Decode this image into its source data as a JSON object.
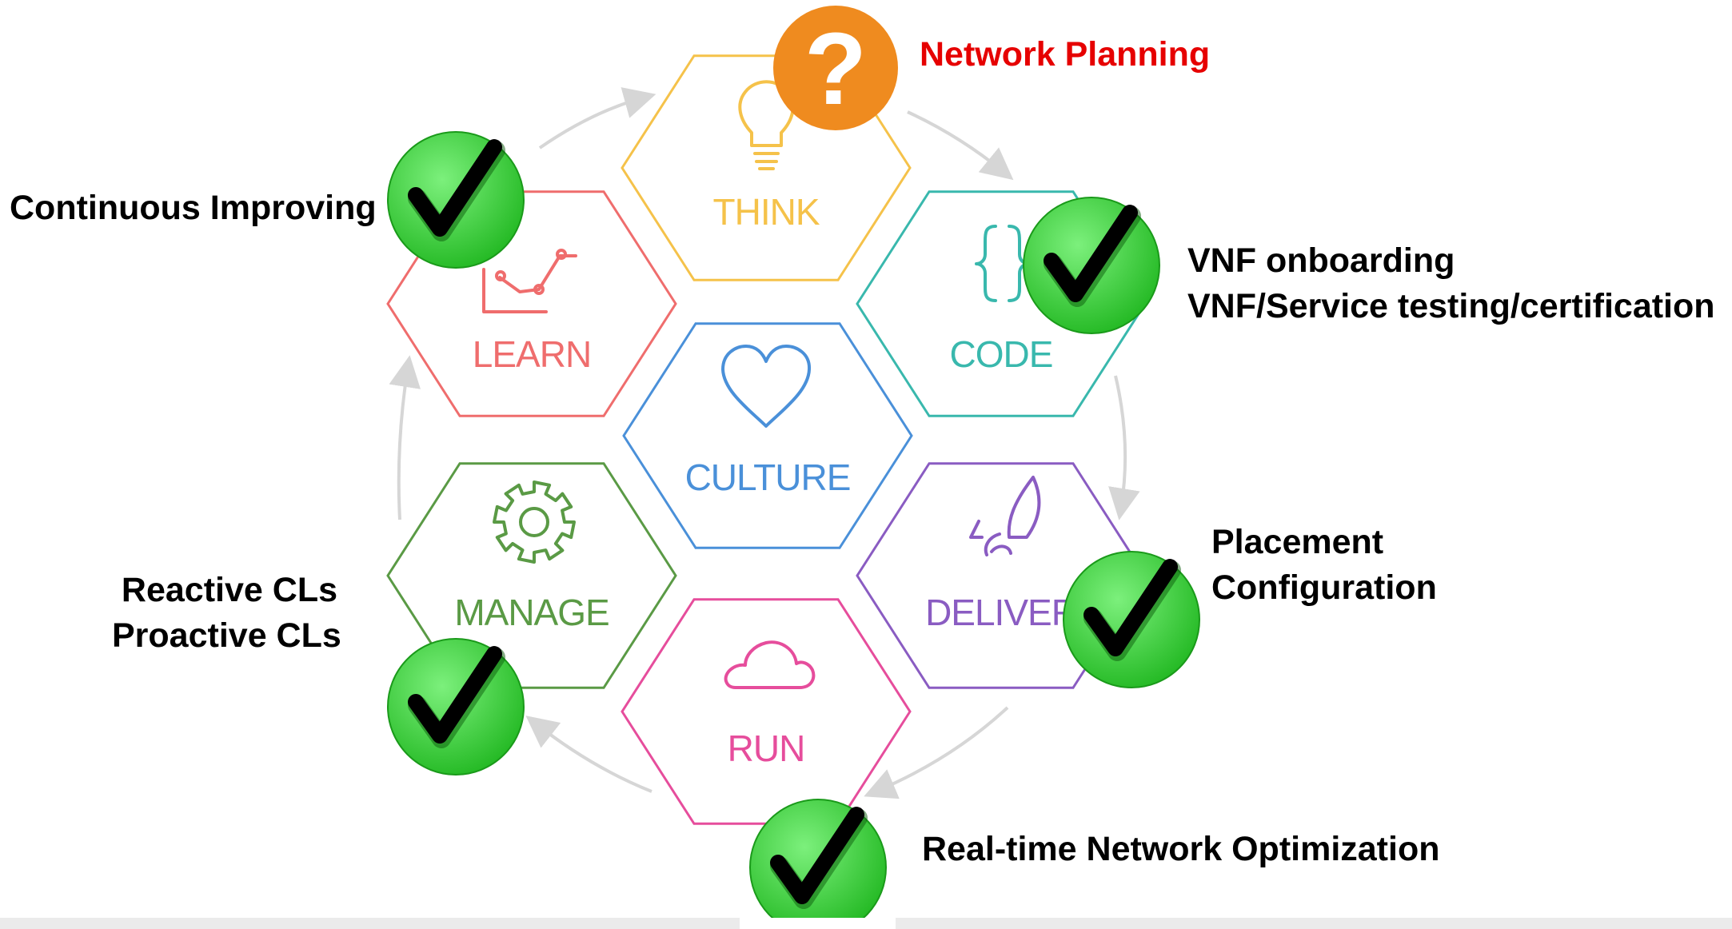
{
  "colors": {
    "think": "#f5c24a",
    "code": "#39b8ad",
    "deliver": "#8a5cc2",
    "run": "#e64d9c",
    "manage": "#5a9a45",
    "learn": "#ef6d6d",
    "culture": "#4a90d9",
    "cycle_arrow": "#d6d6d6",
    "check_fill": "#2ed12e",
    "question_fill": "#ef8b1f",
    "network_planning_text": "#e60000",
    "annotation_text": "#000000"
  },
  "hexagons": {
    "think": {
      "label": "THINK",
      "icon": "lightbulb-icon"
    },
    "code": {
      "label": "CODE",
      "icon": "curly-braces-icon"
    },
    "deliver": {
      "label": "DELIVER",
      "icon": "rocket-icon"
    },
    "run": {
      "label": "RUN",
      "icon": "cloud-icon"
    },
    "manage": {
      "label": "MANAGE",
      "icon": "gear-icon"
    },
    "learn": {
      "label": "LEARN",
      "icon": "line-chart-icon"
    },
    "culture": {
      "label": "CULTURE",
      "icon": "heart-icon"
    }
  },
  "badges": {
    "question": {
      "glyph": "?",
      "icon": "question-mark-icon"
    },
    "check": {
      "glyph": "✓",
      "icon": "checkmark-icon"
    }
  },
  "annotations": {
    "network_planning": "Network Planning",
    "continuous_improving": "Continuous Improving",
    "vnf_onboarding": "VNF onboarding",
    "vnf_testing": "VNF/Service testing/certification",
    "placement": "Placement",
    "configuration": "Configuration",
    "reactive_cls": "Reactive CLs",
    "proactive_cls": "Proactive CLs",
    "realtime_optimization": "Real-time Network Optimization"
  }
}
